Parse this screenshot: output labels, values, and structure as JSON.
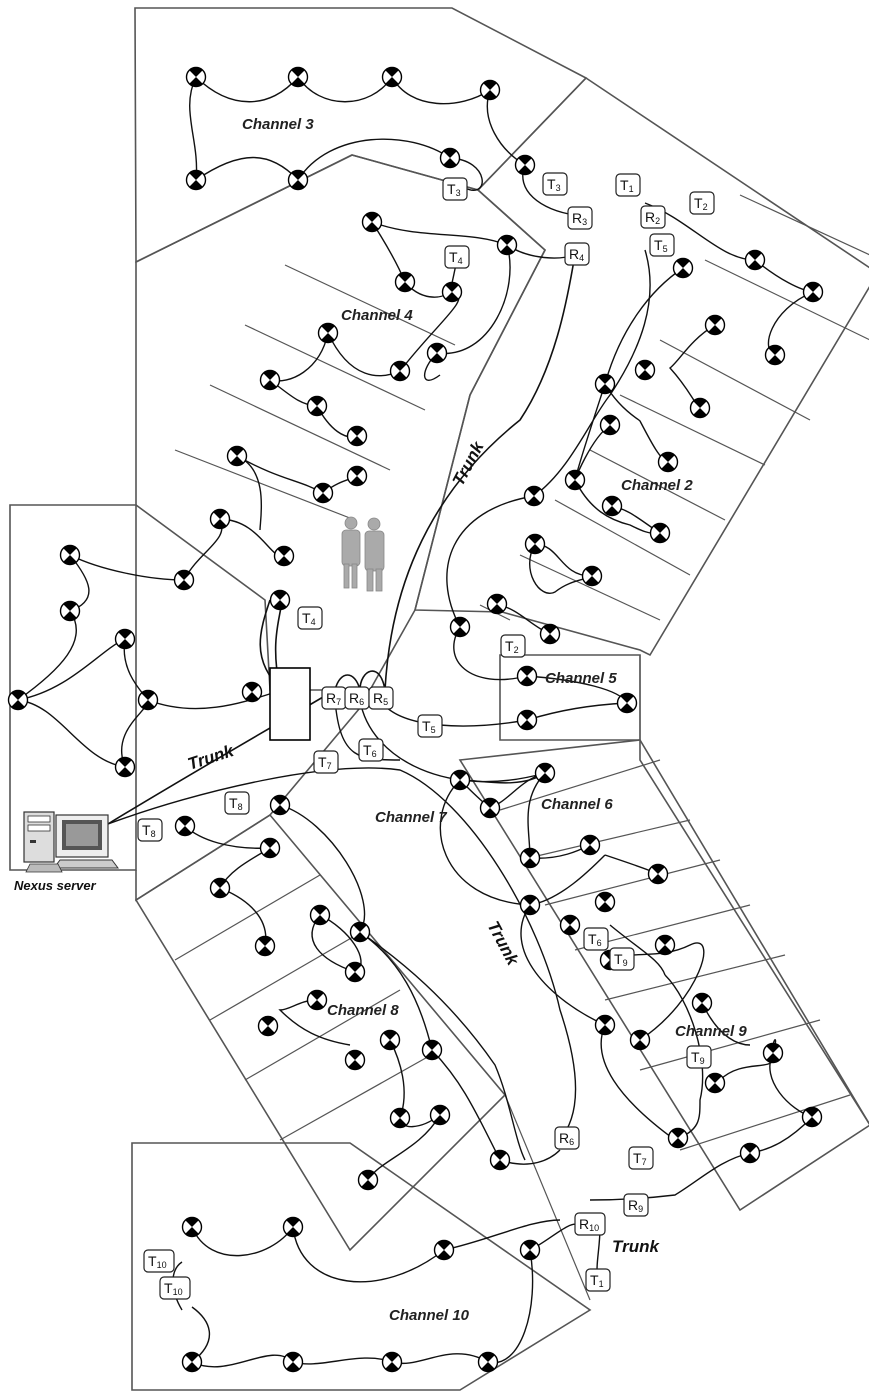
{
  "channels": {
    "ch3": "Channel 3",
    "ch4": "Channel 4",
    "ch2": "Channel 2",
    "ch5": "Channel 5",
    "ch6": "Channel 6",
    "ch7": "Channel 7",
    "ch8": "Channel 8",
    "ch9": "Channel 9",
    "ch10": "Channel 10"
  },
  "trunk_label": "Trunk",
  "server_label": "Nexus server",
  "tags": [
    {
      "letter": "T",
      "num": "3"
    },
    {
      "letter": "T",
      "num": "3"
    },
    {
      "letter": "T",
      "num": "1"
    },
    {
      "letter": "T",
      "num": "2"
    },
    {
      "letter": "R",
      "num": "3"
    },
    {
      "letter": "R",
      "num": "2"
    },
    {
      "letter": "T",
      "num": "5"
    },
    {
      "letter": "R",
      "num": "4"
    },
    {
      "letter": "T",
      "num": "4"
    },
    {
      "letter": "T",
      "num": "4"
    },
    {
      "letter": "T",
      "num": "2"
    },
    {
      "letter": "R",
      "num": "7"
    },
    {
      "letter": "R",
      "num": "6"
    },
    {
      "letter": "R",
      "num": "5"
    },
    {
      "letter": "T",
      "num": "5"
    },
    {
      "letter": "T",
      "num": "6"
    },
    {
      "letter": "T",
      "num": "7"
    },
    {
      "letter": "T",
      "num": "8"
    },
    {
      "letter": "T",
      "num": "8"
    },
    {
      "letter": "T",
      "num": "6"
    },
    {
      "letter": "T",
      "num": "9"
    },
    {
      "letter": "T",
      "num": "9"
    },
    {
      "letter": "T",
      "num": "7"
    },
    {
      "letter": "R",
      "num": "6"
    },
    {
      "letter": "R",
      "num": "9"
    },
    {
      "letter": "R",
      "num": "10"
    },
    {
      "letter": "T",
      "num": "1"
    },
    {
      "letter": "T",
      "num": "10"
    },
    {
      "letter": "T",
      "num": "10"
    }
  ]
}
